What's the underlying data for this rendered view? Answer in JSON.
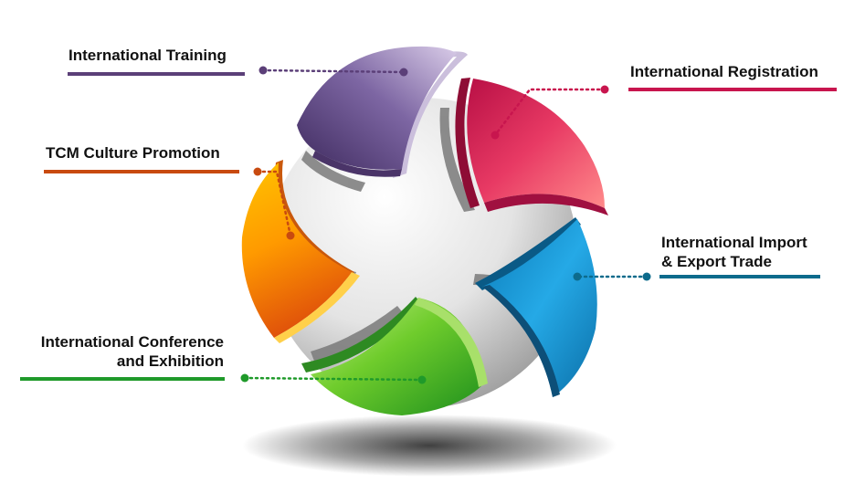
{
  "items": [
    {
      "id": "training",
      "lines": [
        "International Training"
      ],
      "color": "#5b3f78"
    },
    {
      "id": "registration",
      "lines": [
        "International Registration"
      ],
      "color": "#c8154e"
    },
    {
      "id": "tcm",
      "lines": [
        "TCM Culture Promotion"
      ],
      "color": "#c84a10"
    },
    {
      "id": "import-export",
      "lines": [
        "International Import",
        "& Export Trade"
      ],
      "color": "#0d6b8c"
    },
    {
      "id": "conference",
      "lines": [
        "International Conference",
        "and Exhibition"
      ],
      "color": "#1f9a2a"
    }
  ],
  "sphere_color": "#d9d9d9",
  "shadow_color": "#000000"
}
